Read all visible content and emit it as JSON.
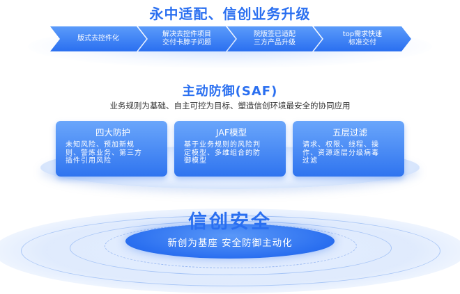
{
  "top": {
    "title": "永中适配、信创业务升级",
    "steps": [
      {
        "line1": "版式去控件化",
        "line2": ""
      },
      {
        "line1": "解决去控件项目",
        "line2": "交付卡脖子问题"
      },
      {
        "line1": "院版签已适配",
        "line2": "三方产品升级"
      },
      {
        "line1": "top需求快速",
        "line2": "标准交付"
      }
    ]
  },
  "middle": {
    "title": "主动防御(SAF)",
    "subtitle": "业务规则为基础、自主可控为目标、塑造信创环境最安全的协同应用",
    "cards": [
      {
        "title": "四大防护",
        "lines": [
          "未知风险、预加新规",
          "则、警炼业务、第三方",
          "插件引用风险"
        ]
      },
      {
        "title": "JAF模型",
        "lines": [
          "基于业务规则的风险判",
          "定模型、多维组合的防",
          "御模型"
        ]
      },
      {
        "title": "五层过滤",
        "lines": [
          "请求、权限、线程、操",
          "作、资源逐层分级病毒",
          "过滤"
        ]
      }
    ]
  },
  "bottom": {
    "title": "信创安全",
    "slogan": "新创为基座 安全防御主动化"
  },
  "colors": {
    "accent": "#2a6ff0",
    "card_top": "#6aa6fb",
    "card_bottom": "#2f74ef"
  }
}
